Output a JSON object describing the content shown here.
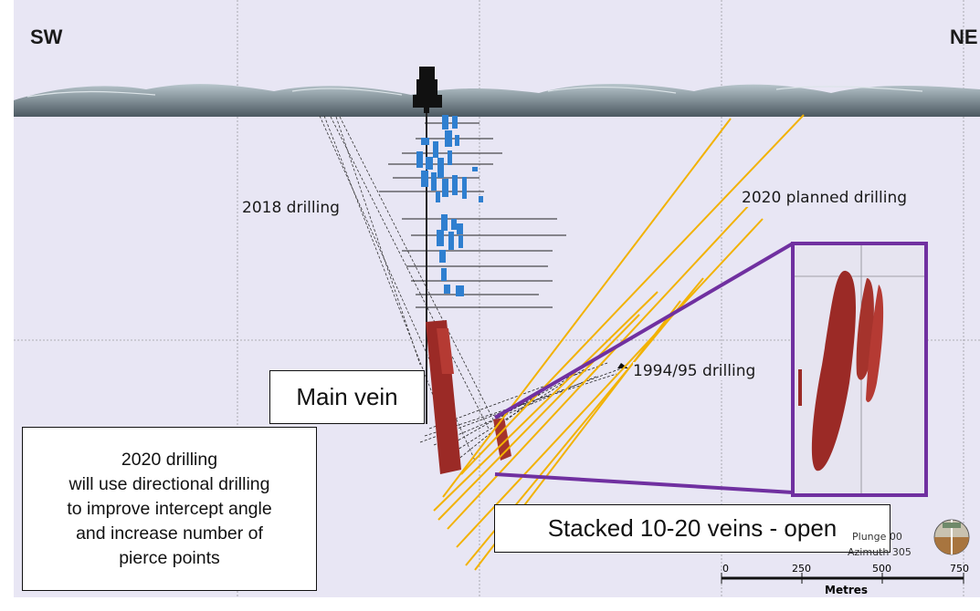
{
  "compass": {
    "left": "SW",
    "right": "NE"
  },
  "labels": {
    "drilling_2018": "2018 drilling",
    "drilling_2020_planned": "2020  planned drilling",
    "drilling_1994": "1994/95 drilling"
  },
  "boxes": {
    "main_vein": "Main vein",
    "stacked": "Stacked 10-20 veins - open",
    "note_lines": [
      "2020 drilling",
      "will use directional drilling",
      "to improve intercept angle",
      "and increase number of",
      "pierce points"
    ]
  },
  "view": {
    "plunge": "Plunge 00",
    "azimuth": "Azimuth 305"
  },
  "scale": {
    "ticks": [
      "0",
      "250",
      "500",
      "750"
    ],
    "unit": "Metres"
  },
  "colors": {
    "sky": "#e8e6f4",
    "vein": "#9b2a26",
    "planned": "#f2b200",
    "assay": "#2f7fd0",
    "highlight": "#7030a0",
    "grid": "#9a9aa0"
  }
}
